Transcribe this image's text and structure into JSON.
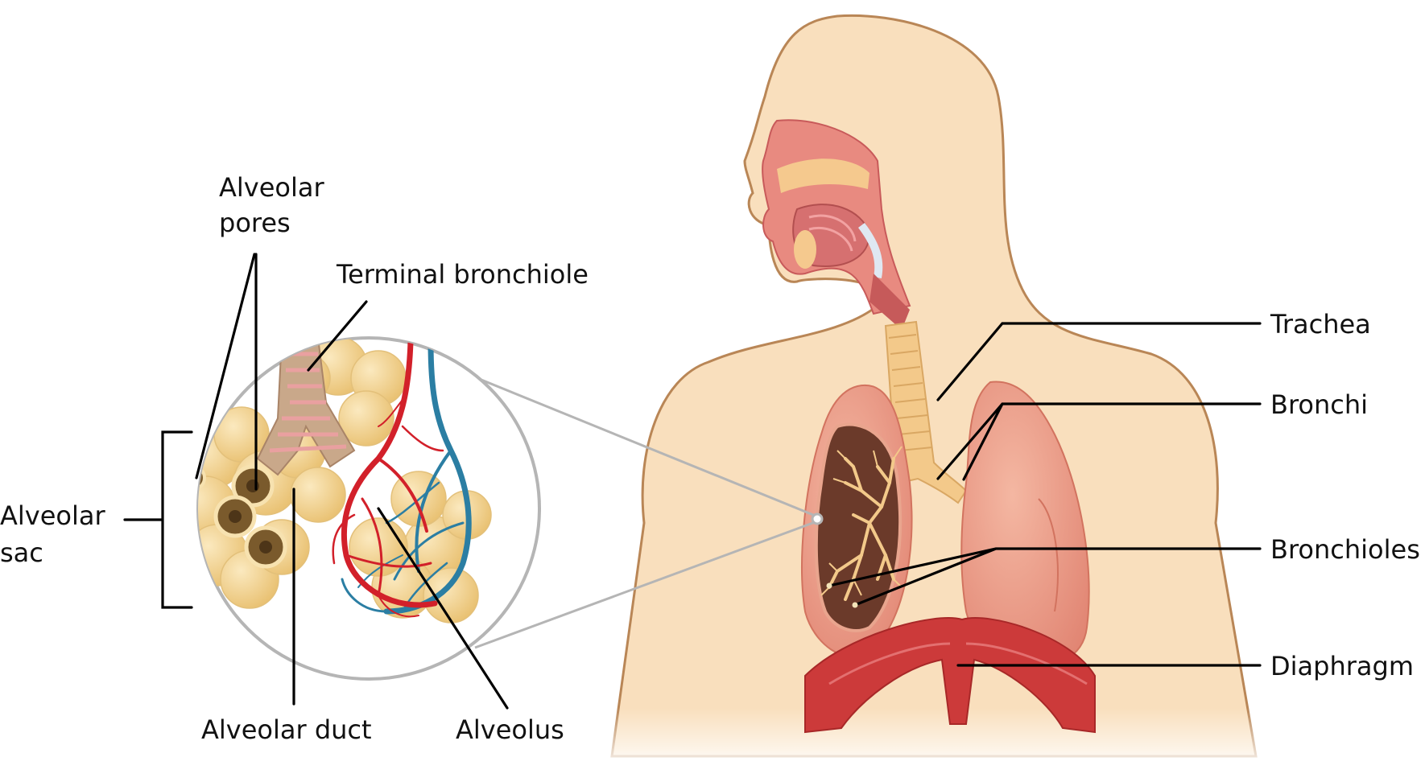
{
  "labels": {
    "alveolar_pores_line1": "Alveolar",
    "alveolar_pores_line2": "pores",
    "terminal_bronchiole": "Terminal bronchiole",
    "alveolar_sac_line1": "Alveolar",
    "alveolar_sac_line2": "sac",
    "alveolar_duct": "Alveolar duct",
    "alveolus": "Alveolus",
    "trachea": "Trachea",
    "bronchi": "Bronchi",
    "bronchioles": "Bronchioles",
    "diaphragm": "Diaphragm"
  },
  "colors": {
    "skin": "#f9dfbd",
    "skin_outline": "#b98656",
    "lung": "#e89a86",
    "lung_dark": "#6b3a2a",
    "airway": "#f3c98a",
    "alveoli": "#f5d692",
    "artery": "#d2202a",
    "vein": "#2b7ea3",
    "diaphragm": "#cc3a3a",
    "magnifier_ring": "#b5b5b5"
  }
}
